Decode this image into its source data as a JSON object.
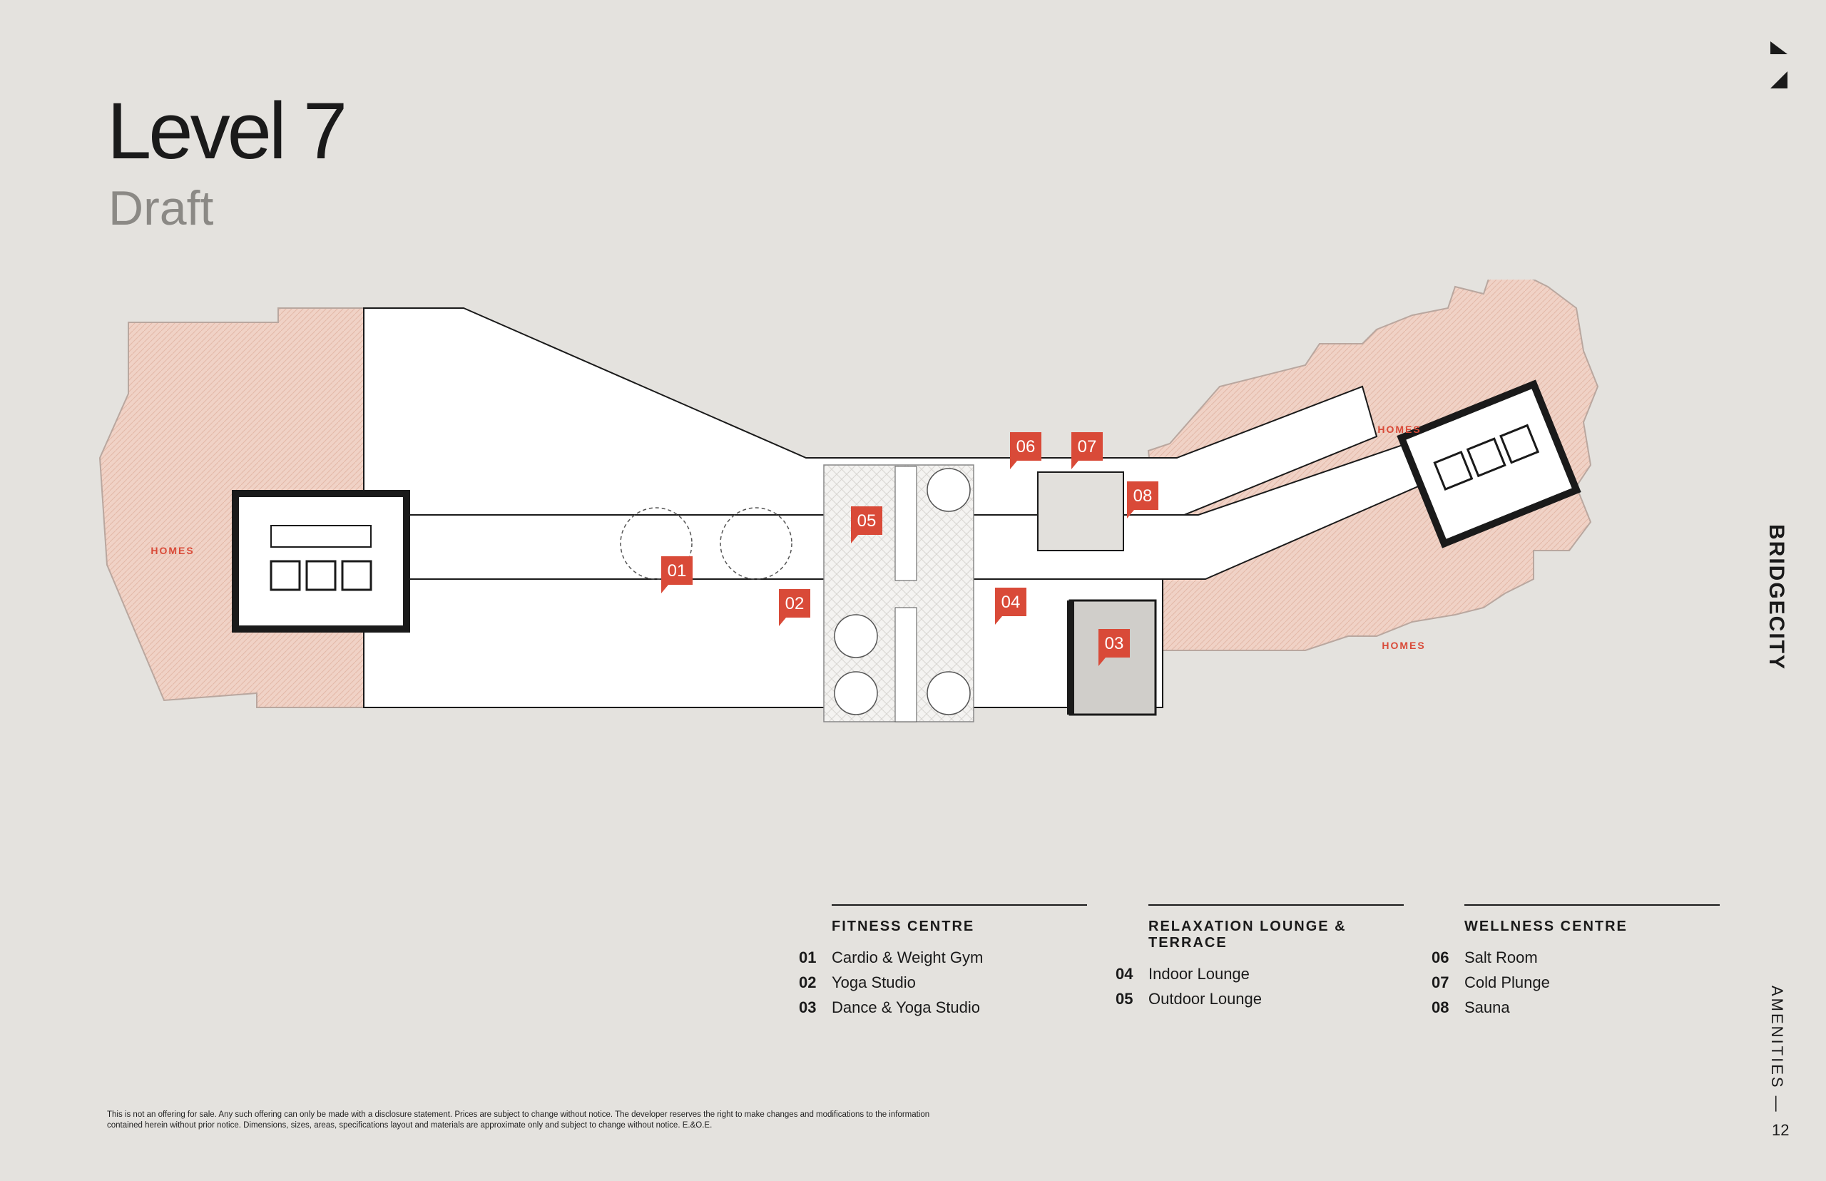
{
  "header": {
    "title": "Level 7",
    "subtitle": "Draft"
  },
  "brand": "BRIDGECITY",
  "sidebar": {
    "section": "AMENITIES —",
    "page_number": "12"
  },
  "plan": {
    "home_label": "HOMES",
    "markers": [
      "01",
      "02",
      "03",
      "04",
      "05",
      "06",
      "07",
      "08"
    ],
    "marker_color": "#d94a38",
    "terrace_color": "#f0d2c6"
  },
  "legend": {
    "fitness": {
      "heading": "FITNESS CENTRE",
      "items": [
        {
          "num": "01",
          "label": "Cardio & Weight Gym"
        },
        {
          "num": "02",
          "label": "Yoga Studio"
        },
        {
          "num": "03",
          "label": "Dance & Yoga Studio"
        }
      ]
    },
    "relaxation": {
      "heading": "RELAXATION LOUNGE & TERRACE",
      "items": [
        {
          "num": "04",
          "label": "Indoor Lounge"
        },
        {
          "num": "05",
          "label": "Outdoor Lounge"
        }
      ]
    },
    "wellness": {
      "heading": "WELLNESS CENTRE",
      "items": [
        {
          "num": "06",
          "label": "Salt Room"
        },
        {
          "num": "07",
          "label": "Cold Plunge"
        },
        {
          "num": "08",
          "label": "Sauna"
        }
      ]
    }
  },
  "disclaimer": "This is not an offering for sale. Any such offering can only be made with a disclosure statement. Prices are subject to change without notice. The developer reserves the right to make changes and modifications to the information contained herein without prior notice. Dimensions, sizes, areas, specifications layout and materials are approximate only and subject to change without notice.  E.&O.E."
}
